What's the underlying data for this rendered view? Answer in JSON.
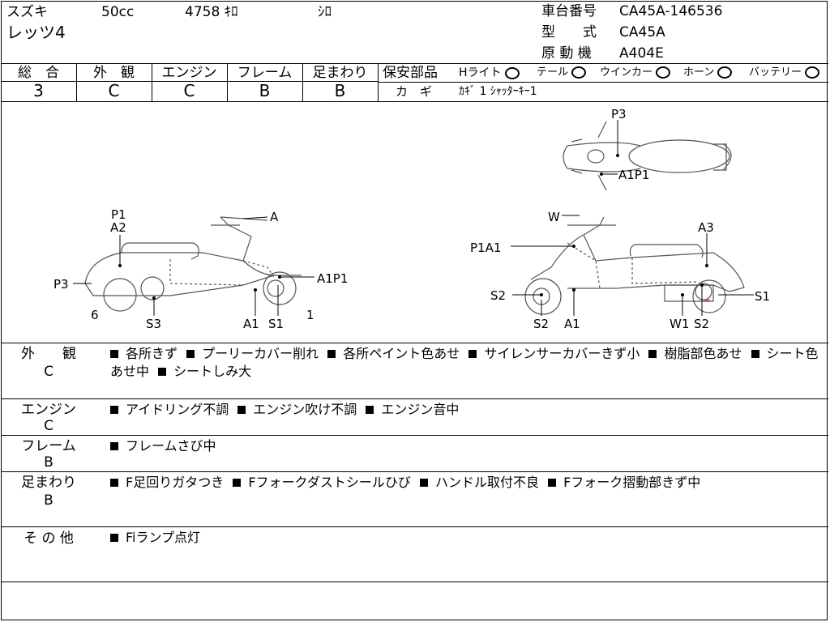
{
  "header": {
    "maker": "スズキ",
    "displacement": "50cc",
    "mileage": "4758 ｷﾛ",
    "color": "ｼﾛ",
    "model_name": "レッツ4",
    "chassis_label": "車台番号",
    "chassis_value": "CA45A-146536",
    "type_label": "型　　式",
    "type_value": "CA45A",
    "engine_label": "原 動 機",
    "engine_value": "A404E"
  },
  "grades": {
    "headers": [
      "総　合",
      "外　観",
      "エンジン",
      "フレーム",
      "足まわり"
    ],
    "values": [
      "3",
      "C",
      "C",
      "B",
      "B"
    ]
  },
  "safety": {
    "label": "保安部品",
    "items": [
      "Hライト",
      "テール",
      "ウインカー",
      "ホーン",
      "バッテリー"
    ],
    "key_label": "カ　ギ",
    "key_value": "ｶｷﾞ 1 ｼｬｯﾀｰｷｰ1"
  },
  "diagram": {
    "top_labels": [
      "P3",
      "A1P1"
    ],
    "left_labels": [
      "P1",
      "A2",
      "A",
      "P3",
      "A1P1",
      "6",
      "S3",
      "A1",
      "S1",
      "1"
    ],
    "right_labels": [
      "W",
      "A3",
      "P1A1",
      "S2",
      "S1",
      "S2",
      "A1",
      "W1",
      "S2"
    ]
  },
  "notes": [
    {
      "title": "外　　観",
      "grade": "C",
      "items": [
        "各所きず",
        "プーリーカバー削れ",
        "各所ペイント色あせ",
        "サイレンサーカバーきず小",
        "樹脂部色あせ",
        "シート色あせ中",
        "シートしみ大"
      ]
    },
    {
      "title": "エンジン",
      "grade": "C",
      "items": [
        "アイドリング不調",
        "エンジン吹け不調",
        "エンジン音中"
      ]
    },
    {
      "title": "フレーム",
      "grade": "B",
      "items": [
        "フレームさび中"
      ]
    },
    {
      "title": "足まわり",
      "grade": "B",
      "items": [
        "F足回りガタつき",
        "Fフォークダストシールひび",
        "ハンドル取付不良",
        "Fフォーク摺動部きず中"
      ]
    },
    {
      "title": "そ の 他",
      "grade": "",
      "items": [
        "Fiランプ点灯"
      ]
    }
  ]
}
